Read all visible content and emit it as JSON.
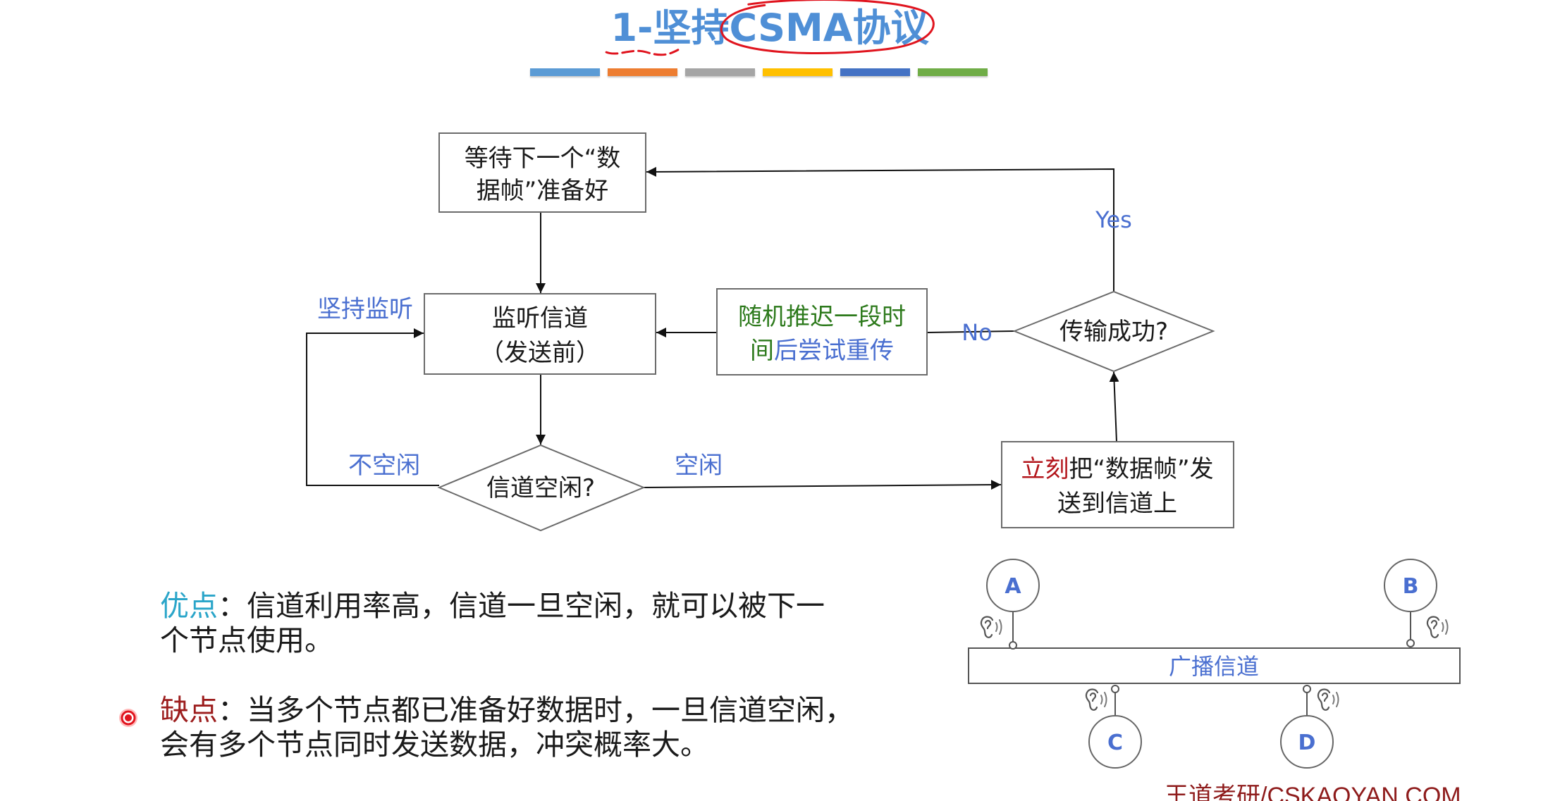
{
  "title": {
    "number": "1-",
    "name": "坚持",
    "protocol": "CSMA协议"
  },
  "color_bar": [
    "#5b9bd5",
    "#ed7d31",
    "#a5a5a5",
    "#ffc000",
    "#4472c4",
    "#70ad47"
  ],
  "flowchart": {
    "wait_box": {
      "line1": "等待下一个“数",
      "line2": "据帧”准备好"
    },
    "listen_box": {
      "line1": "监听信道",
      "line2": "（发送前）"
    },
    "backoff_box": {
      "line1": "随机推迟一段时",
      "line2_green": "间",
      "line2_blue": "后尝试重传"
    },
    "success_check": "传输成功?",
    "idle_check": "信道空闲?",
    "send_box": {
      "line1_red": "立刻",
      "line1_rest": "把“数据帧”发",
      "line2": "送到信道上"
    },
    "labels": {
      "yes": "Yes",
      "no": "No",
      "keep_listening": "坚持监听",
      "busy": "不空闲",
      "idle": "空闲"
    }
  },
  "pros": {
    "label": "优点",
    "line1": "：信道利用率高，信道一旦空闲，就可以被下一",
    "line2": "个节点使用。"
  },
  "cons": {
    "label": "缺点",
    "line1": "：当多个节点都已准备好数据时，一旦信道空闲，",
    "line2": "会有多个节点同时发送数据，冲突概率大。"
  },
  "broadcast": {
    "channel_label": "广播信道",
    "nodes": {
      "a": "A",
      "b": "B",
      "c": "C",
      "d": "D"
    },
    "listen_icon": "ear-icon"
  },
  "footer": "王道考研/CSKAOYAN.COM",
  "colors": {
    "title": "#4f8fd6",
    "annotation_red": "#e0141e",
    "label_blue": "#4a6fd0",
    "backoff_green": "#2d7a1c",
    "urgent_red": "#b3151b",
    "pros_label": "#2aa5c9",
    "cons_label": "#9c1d1d",
    "footer": "#8e1b1b"
  }
}
